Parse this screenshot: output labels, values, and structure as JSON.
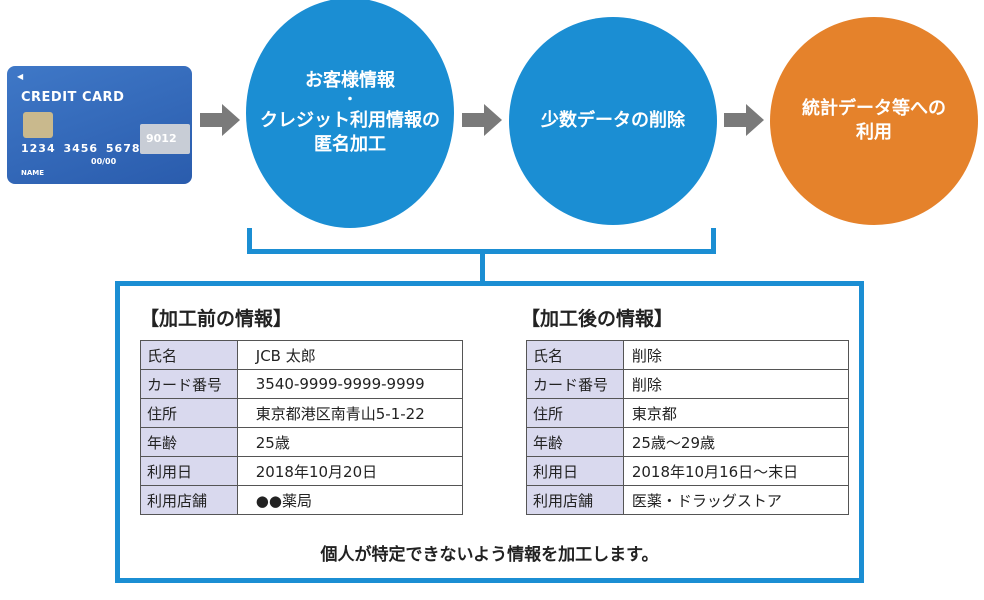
{
  "card": {
    "arrow_glyph": "◀",
    "title": "CREDIT CARD",
    "number": "1234 3456 5678",
    "number_last": "9012",
    "expiry": "00/00",
    "name": "NAME"
  },
  "flow": {
    "step1_line1": "お客様情報",
    "step1_dot": "・",
    "step1_line2": "クレジット利用情報の",
    "step1_line3": "匿名加工",
    "step2": "少数データの削除",
    "step3_line1": "統計データ等への",
    "step3_line2": "利用"
  },
  "colors": {
    "blue": "#1b8ed3",
    "orange": "#e5822b",
    "arrow_gray": "#7a7a7a",
    "label_bg": "#d9d9ee"
  },
  "before": {
    "title": "【加工前の情報】",
    "rows": [
      {
        "label": "氏名",
        "value": "JCB 太郎"
      },
      {
        "label": "カード番号",
        "value": "3540-9999-9999-9999"
      },
      {
        "label": "住所",
        "value": "東京都港区南青山5-1-22"
      },
      {
        "label": "年齢",
        "value": "25歳"
      },
      {
        "label": "利用日",
        "value": "2018年10月20日"
      },
      {
        "label": "利用店舗",
        "value": "●●薬局"
      }
    ]
  },
  "after": {
    "title": "【加工後の情報】",
    "rows": [
      {
        "label": "氏名",
        "value": "削除"
      },
      {
        "label": "カード番号",
        "value": "削除"
      },
      {
        "label": "住所",
        "value": "東京都"
      },
      {
        "label": "年齢",
        "value": "25歳～29歳"
      },
      {
        "label": "利用日",
        "value": "2018年10月16日～末日"
      },
      {
        "label": "利用店舗",
        "value": "医薬・ドラッグストア"
      }
    ]
  },
  "footer_note": "個人が特定できないよう情報を加工します。"
}
